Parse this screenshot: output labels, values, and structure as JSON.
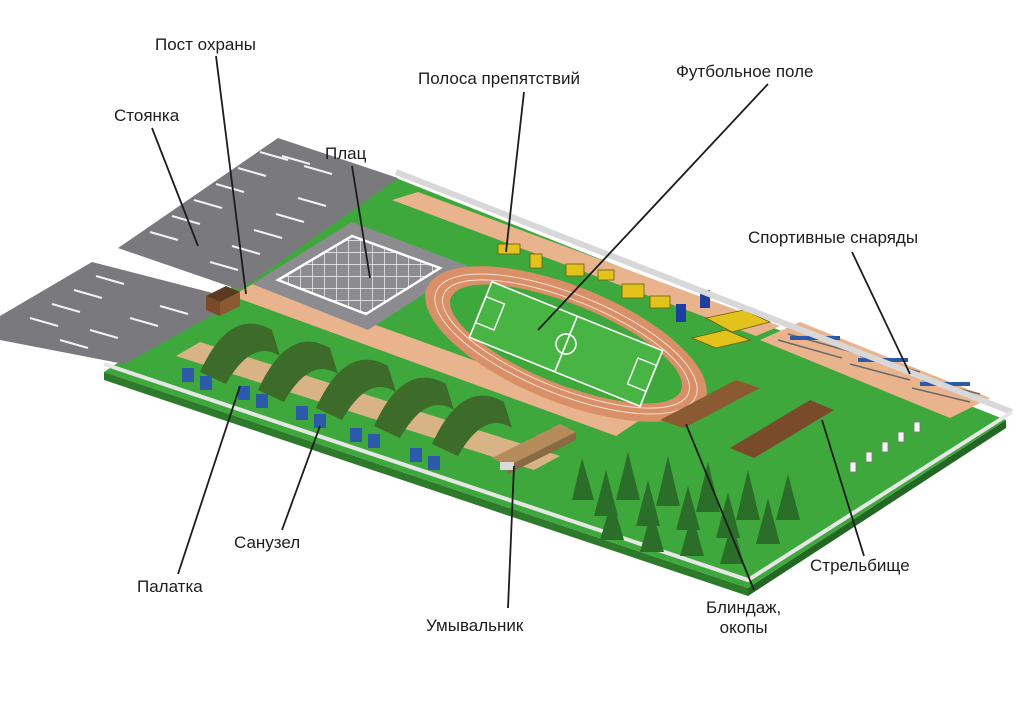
{
  "labels": {
    "guard_post": "Пост охраны",
    "parking": "Стоянка",
    "parade_ground": "Плац",
    "obstacle_course": "Полоса препятствий",
    "football_field": "Футбольное поле",
    "sports_equipment": "Спортивные снаряды",
    "shooting_range": "Стрельбище",
    "dugout_line1": "Блиндаж,",
    "dugout_line2": "окопы",
    "washstand": "Умывальник",
    "toilet": "Санузел",
    "tent": "Палатка"
  },
  "colors": {
    "grass": "#3fa83c",
    "grass_dark": "#2f8a2d",
    "sand_path": "#e9b48d",
    "asphalt": "#7a7a7e",
    "parade": "#8c8c90",
    "track": "#d98f68",
    "tent": "#3c6b2a",
    "toilet": "#2a5aa8",
    "tree": "#2a6e2a",
    "leader_line": "#1d1d1d"
  }
}
